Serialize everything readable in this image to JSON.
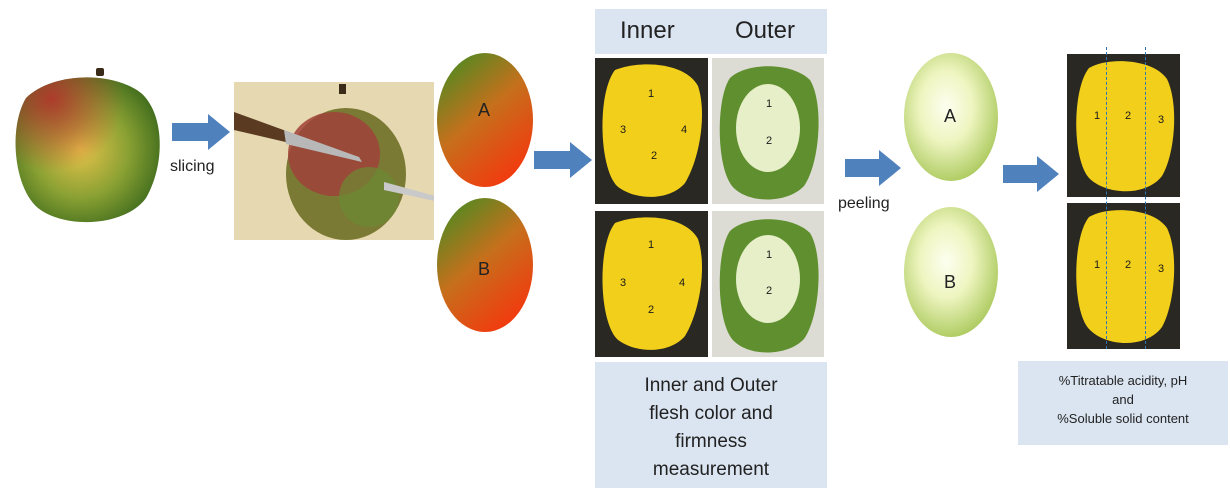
{
  "steps": {
    "slicing": "slicing",
    "peeling": "peeling"
  },
  "halves": {
    "a": "A",
    "b": "B"
  },
  "measurement_panel": {
    "inner_header": "Inner",
    "outer_header": "Outer",
    "inner_numbers": [
      "1",
      "3",
      "4",
      "2"
    ],
    "outer_numbers": [
      "1",
      "2"
    ],
    "caption_lines": [
      "Inner and Outer",
      "flesh color and",
      "firmness",
      "measurement"
    ]
  },
  "peeled_panel": {
    "numbers": [
      "1",
      "2",
      "3"
    ],
    "caption_lines": [
      "%Titratable acidity, pH",
      "and",
      "%Soluble solid content"
    ]
  },
  "colors": {
    "arrow": "#4f81bd",
    "panel_bg": "#dbe5f1",
    "flesh_yellow": "#f2cf1a",
    "peel_green": "#5f8f2e",
    "half_green": "#5b8a1e",
    "half_red": "#f03a0f",
    "peeled_light": "#fbfde6",
    "peeled_green": "#b5cf6b",
    "dash_line": "#2e75b6"
  }
}
